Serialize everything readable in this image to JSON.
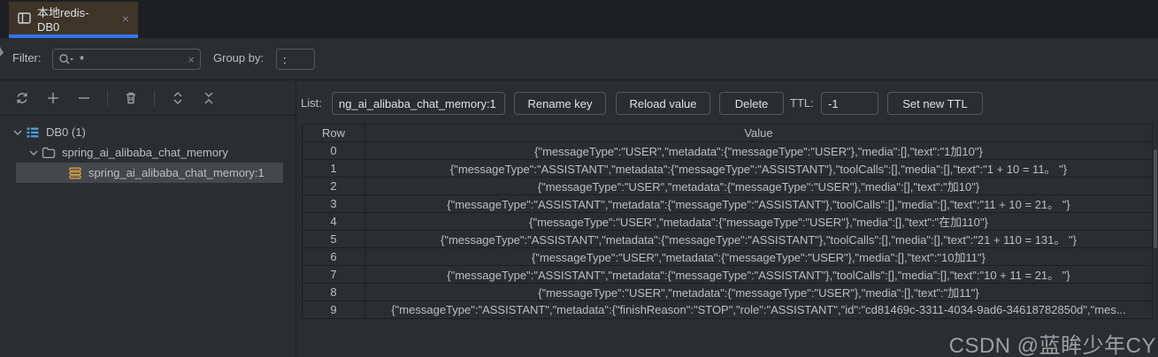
{
  "tab": {
    "title": "本地redis-DB0",
    "close_glyph": "×"
  },
  "filter_bar": {
    "filter_label": "Filter:",
    "filter_value": "*",
    "clear_glyph": "×",
    "group_label": "Group by:",
    "group_value": ":"
  },
  "sidebar": {
    "toolbar_icons": [
      "refresh-icon",
      "add-icon",
      "remove-icon",
      "delete-icon",
      "expand-all-icon",
      "collapse-all-icon"
    ],
    "tree": [
      {
        "label": "DB0 (1)",
        "icon": "db-numbered-list-icon",
        "expanded": true
      },
      {
        "label": "spring_ai_alibaba_chat_memory",
        "icon": "folder-icon",
        "expanded": true
      },
      {
        "label": "spring_ai_alibaba_chat_memory:1",
        "icon": "redis-list-key-icon",
        "selected": true
      }
    ]
  },
  "key_toolbar": {
    "list_label": "List:",
    "key_value": "ng_ai_alibaba_chat_memory:1",
    "rename_label": "Rename key",
    "reload_label": "Reload value",
    "delete_label": "Delete",
    "ttl_label": "TTL:",
    "ttl_value": "-1",
    "set_ttl_label": "Set new TTL"
  },
  "table": {
    "columns": [
      "Row",
      "Value"
    ],
    "rows": [
      {
        "row": "0",
        "value": "{\"messageType\":\"USER\",\"metadata\":{\"messageType\":\"USER\"},\"media\":[],\"text\":\"1加10\"}"
      },
      {
        "row": "1",
        "value": "{\"messageType\":\"ASSISTANT\",\"metadata\":{\"messageType\":\"ASSISTANT\"},\"toolCalls\":[],\"media\":[],\"text\":\"1 + 10 = 11。 \"}"
      },
      {
        "row": "2",
        "value": "{\"messageType\":\"USER\",\"metadata\":{\"messageType\":\"USER\"},\"media\":[],\"text\":\"加10\"}"
      },
      {
        "row": "3",
        "value": "{\"messageType\":\"ASSISTANT\",\"metadata\":{\"messageType\":\"ASSISTANT\"},\"toolCalls\":[],\"media\":[],\"text\":\"11 + 10 = 21。 \"}"
      },
      {
        "row": "4",
        "value": "{\"messageType\":\"USER\",\"metadata\":{\"messageType\":\"USER\"},\"media\":[],\"text\":\"在加110\"}"
      },
      {
        "row": "5",
        "value": "{\"messageType\":\"ASSISTANT\",\"metadata\":{\"messageType\":\"ASSISTANT\"},\"toolCalls\":[],\"media\":[],\"text\":\"21 + 110 = 131。 \"}"
      },
      {
        "row": "6",
        "value": "{\"messageType\":\"USER\",\"metadata\":{\"messageType\":\"USER\"},\"media\":[],\"text\":\"10加11\"}"
      },
      {
        "row": "7",
        "value": "{\"messageType\":\"ASSISTANT\",\"metadata\":{\"messageType\":\"ASSISTANT\"},\"toolCalls\":[],\"media\":[],\"text\":\"10 + 11 = 21。 \"}"
      },
      {
        "row": "8",
        "value": "{\"messageType\":\"USER\",\"metadata\":{\"messageType\":\"USER\"},\"media\":[],\"text\":\"加11\"}"
      },
      {
        "row": "9",
        "value": "{\"messageType\":\"ASSISTANT\",\"metadata\":{\"finishReason\":\"STOP\",\"role\":\"ASSISTANT\",\"id\":\"cd81469c-3311-4034-9ad6-34618782850d\",\"mes..."
      }
    ]
  },
  "watermark": "CSDN @蓝眸少年CY",
  "colors": {
    "accent_blue": "#3574f0",
    "active_tab_bg": "#3e3428",
    "panel_bg": "#2b2d30",
    "strip_bg": "#1e1f22",
    "grid_line": "#1d1f22",
    "selection_bg": "#45474b",
    "db_icon_blue": "#4a9ed9",
    "key_icon_yellow": "#d9a648",
    "text": "#bcbec4"
  }
}
